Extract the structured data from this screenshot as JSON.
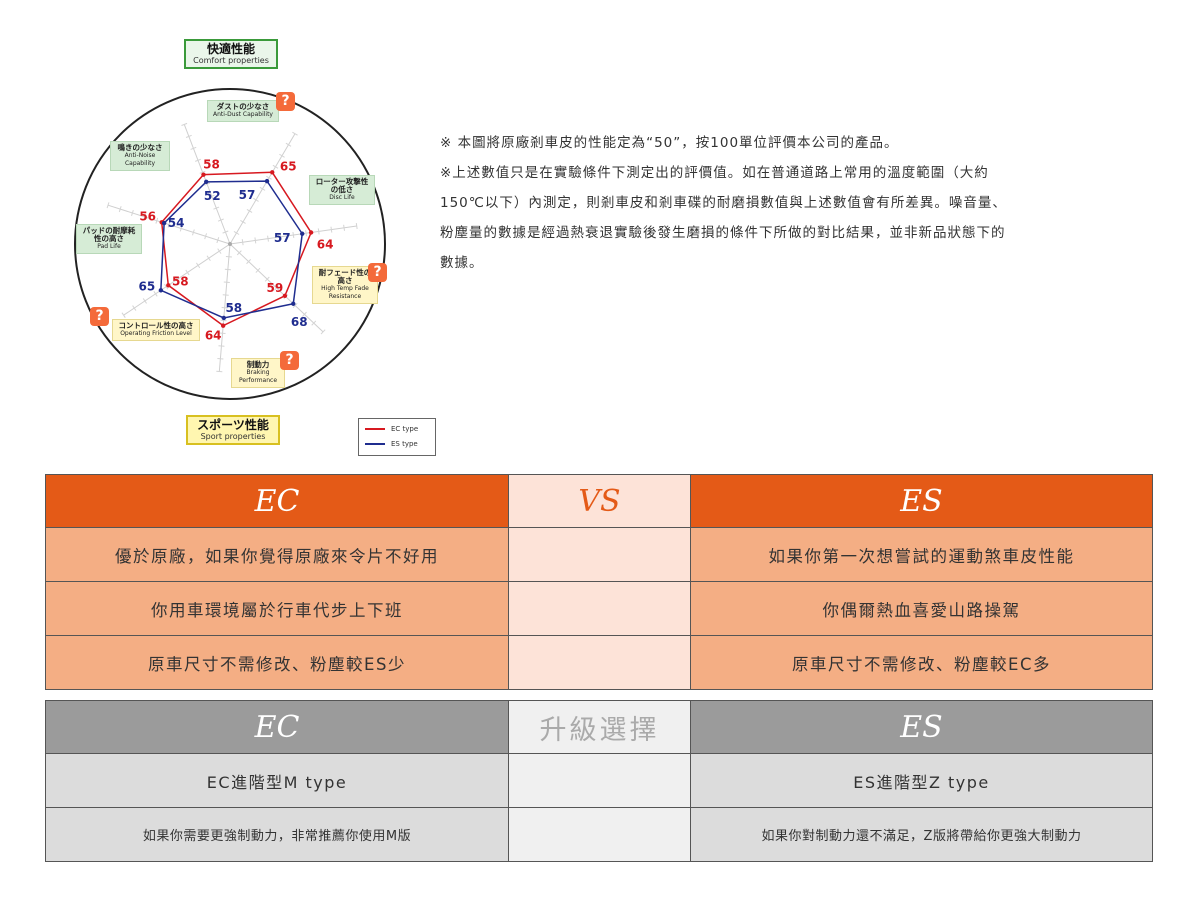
{
  "chart_data": {
    "type": "radar",
    "title": "快適性能",
    "title_sub": "Comfort properties",
    "bottom_title": "スポーツ性能",
    "bottom_title_sub": "Sport properties",
    "axes": [
      {
        "jp": "ダストの少なさ",
        "en": "Anti-Dust Capability",
        "group": "comfort",
        "q": true
      },
      {
        "jp": "ローター攻撃性の低さ",
        "en": "Disc Life",
        "group": "comfort",
        "q": false
      },
      {
        "jp": "耐フェード性の高さ",
        "en": "High Temp Fade Resistance",
        "group": "sport",
        "q": true
      },
      {
        "jp": "制動力",
        "en": "Braking Performance",
        "group": "sport",
        "q": true
      },
      {
        "jp": "コントロール性の高さ",
        "en": "Operating Friction Level",
        "group": "sport",
        "q": true
      },
      {
        "jp": "パッドの耐摩耗性の高さ",
        "en": "Pad Life",
        "group": "comfort",
        "q": false
      },
      {
        "jp": "鳴きの少なさ",
        "en": "Anti-Noise Capability",
        "group": "comfort",
        "q": false
      }
    ],
    "series": [
      {
        "name": "EC type",
        "color": "#d71920",
        "values": [
          65,
          64,
          59,
          64,
          58,
          56,
          58
        ]
      },
      {
        "name": "ES type",
        "color": "#1f2d8f",
        "values": [
          57,
          57,
          68,
          58,
          65,
          54,
          52
        ]
      }
    ],
    "range": [
      0,
      100
    ]
  },
  "notes": {
    "line1": "※ 本圖將原廠剎車皮的性能定為“50”，按100單位評價本公司的產品。",
    "line2": "※上述數值只是在實驗條件下測定出的評價值。如在普通道路上常用的溫度範圍（大約",
    "line3": "150℃以下）內測定，則剎車皮和剎車碟的耐磨損數值與上述數值會有所差異。噪音量、",
    "line4": "粉塵量的數據是經過熱衰退實驗後發生磨損的條件下所做的對比結果，並非新品狀態下的",
    "line5": "數據。"
  },
  "table1": {
    "head": {
      "left": "EC",
      "mid": "VS",
      "right": "ES"
    },
    "rows": [
      {
        "left": "優於原廠，如果你覺得原廠來令片不好用",
        "right": "如果你第一次想嘗試的運動煞車皮性能"
      },
      {
        "left": "你用車環境屬於行車代步上下班",
        "right": "你偶爾熱血喜愛山路操駕"
      },
      {
        "left": "原車尺寸不需修改、粉塵較ES少",
        "right": "原車尺寸不需修改、粉塵較EC多"
      }
    ]
  },
  "table2": {
    "head": {
      "left": "EC",
      "mid": "升級選擇",
      "right": "ES"
    },
    "rows": [
      {
        "left": "EC進階型M type",
        "right": "ES進階型Z type"
      },
      {
        "left": "如果你需要更強制動力，非常推薦你使用M版",
        "right": "如果你對制動力還不滿足，Z版將帶給你更強大制動力"
      }
    ]
  }
}
